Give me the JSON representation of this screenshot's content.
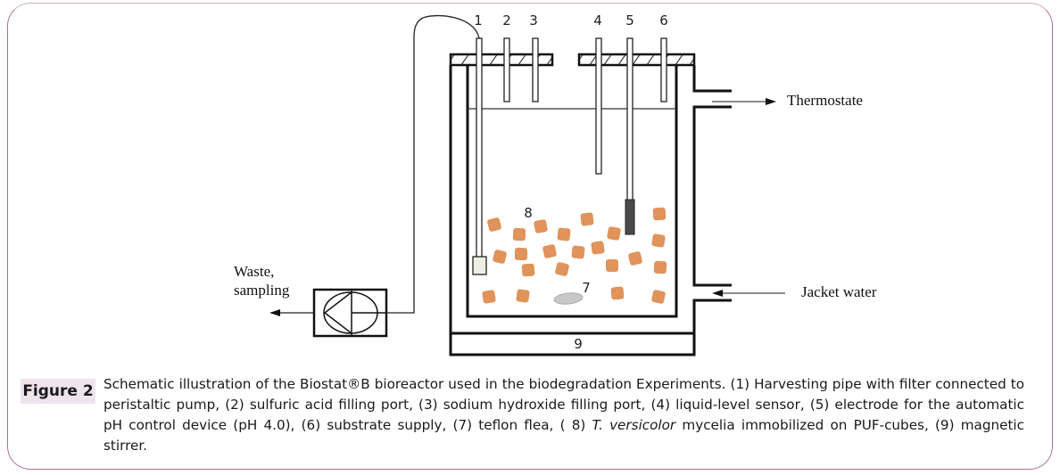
{
  "figure": {
    "tag": "Figure 2",
    "caption_parts": {
      "before_italic": "Schematic illustration of the Biostat®B bioreactor used in the biodegradation Experiments. (1) Harvesting pipe with filter connected to peristaltic pump, (2) sulfuric acid filling port, (3) sodium hydroxide filling port, (4) liquid-level sensor, (5) electrode for the automatic pH control device (pH 4.0), (6) substrate supply, (7) teflon flea, ( 8) ",
      "italic": "T. versicolor",
      "after_italic": " mycelia immobilized on PUF-cubes, (9) magnetic stirrer."
    }
  },
  "diagram": {
    "port_labels": [
      "1",
      "2",
      "3",
      "4",
      "5",
      "6"
    ],
    "cubes_label": "8",
    "flea_label": "7",
    "stirrer_label": "9",
    "thermostate_label": "Thermostate",
    "jacket_water_label": "Jacket water",
    "waste_label_line1": "Waste,",
    "waste_label_line2": "sampling",
    "colors": {
      "frame": "#b0709c",
      "cube": "#e0935a",
      "electrode_tip": "#4a4a4a",
      "filter": "#eeeee4",
      "flea": "#c8c8c8",
      "tag_bg": "#efe3ec"
    }
  }
}
